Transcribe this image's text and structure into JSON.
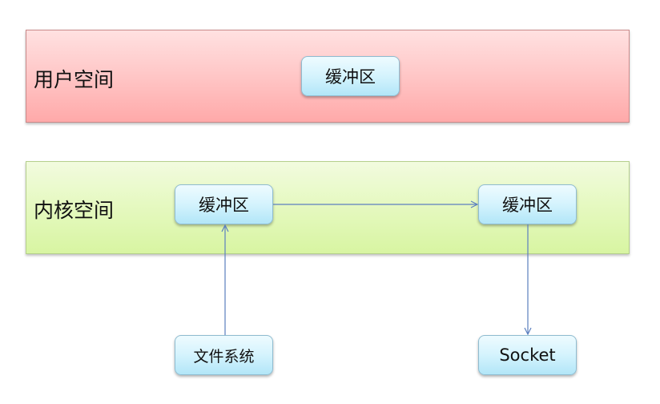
{
  "user_space": {
    "label": "用户空间",
    "buffer_label": "缓冲区"
  },
  "kernel_space": {
    "label": "内核空间",
    "left_buffer_label": "缓冲区",
    "right_buffer_label": "缓冲区"
  },
  "sources": {
    "filesystem_label": "文件系统",
    "socket_label": "Socket"
  },
  "colors": {
    "user_band": "#ffc9c9",
    "kernel_band": "#e6f9c2",
    "node_fill": "#d4f3fd",
    "arrow": "#5b7fbf"
  }
}
